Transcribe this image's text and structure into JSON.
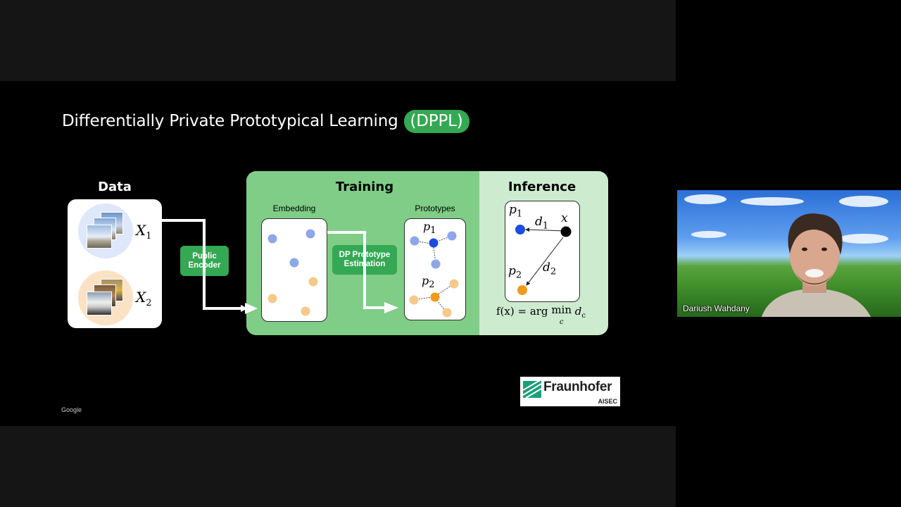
{
  "slide": {
    "title_main": "Differentially Private Prototypical Learning",
    "title_tag": "(DPPL)",
    "footer_brand": "Google",
    "data_panel": {
      "label": "Data",
      "x1_var": "X",
      "x1_sub": "1",
      "x2_var": "X",
      "x2_sub": "2"
    },
    "public_encoder_label": [
      "Public",
      "Encoder"
    ],
    "training": {
      "label": "Training",
      "embedding_label": "Embedding",
      "prototypes_label": "Prototypes",
      "dp_box_label": [
        "DP Prototype",
        "Estimation"
      ],
      "p1_var": "p",
      "p1_sub": "1",
      "p2_var": "p",
      "p2_sub": "2"
    },
    "inference": {
      "label": "Inference",
      "p1_var": "p",
      "p1_sub": "1",
      "p2_var": "p",
      "p2_sub": "2",
      "d1_var": "d",
      "d1_sub": "1",
      "d2_var": "d",
      "d2_sub": "2",
      "x_var": "x",
      "formula_lhs": "f(x) = arg",
      "formula_min": "min",
      "formula_min_sub": "c",
      "formula_var": "d",
      "formula_sub": "c"
    },
    "logo": {
      "name": "Fraunhofer",
      "sub": "AISEC"
    }
  },
  "participant": {
    "name": "Dariush Wahdany"
  },
  "colors": {
    "accent_green": "#34a853",
    "training_bg": "#7fcd87",
    "inference_bg": "#cdebcf",
    "class1_light": "#8ea7ea",
    "class1_dark": "#1a4ce0",
    "class2_light": "#f4c98a",
    "class2_dark": "#f29a1c"
  }
}
